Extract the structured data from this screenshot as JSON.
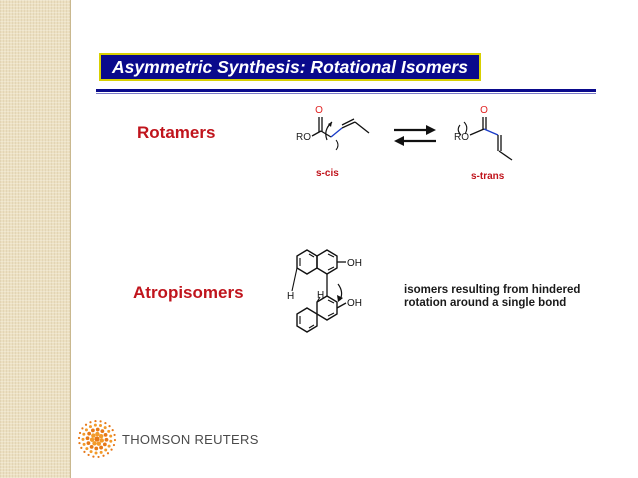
{
  "slide": {
    "title": "Asymmetric Synthesis: Rotational Isomers",
    "colors": {
      "title_bg": "#0a0a8c",
      "title_border": "#d8d000",
      "label_red": "#c0141c",
      "side_panel": "#ece0c2"
    }
  },
  "rotamers": {
    "label": "Rotamers",
    "s_cis_caption": "s-cis",
    "s_trans_caption": "s-trans",
    "atom_o": "O",
    "atom_ro": "RO"
  },
  "atropisomers": {
    "label": "Atropisomers",
    "atom_h": "H",
    "atom_oh": "OH",
    "description_line1": "isomers resulting from hindered",
    "description_line2": "rotation around a single bond"
  },
  "footer": {
    "logo_text": "THOMSON REUTERS",
    "logo_icon": "thomson-reuters-dot-sphere-icon"
  }
}
